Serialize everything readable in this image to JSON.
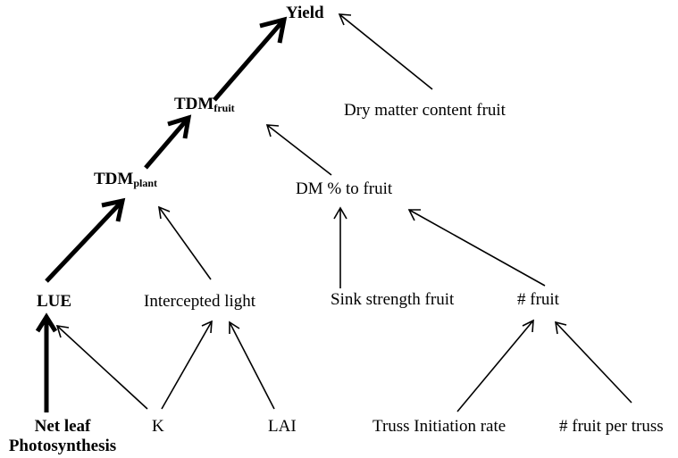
{
  "nodes": {
    "yield": "Yield",
    "tdm_fruit": {
      "main": "TDM",
      "sub": "fruit"
    },
    "dry_matter_content": "Dry matter content fruit",
    "tdm_plant": {
      "main": "TDM",
      "sub": "plant"
    },
    "dm_to_fruit": "DM % to fruit",
    "lue": "LUE",
    "intercepted_light": "Intercepted light",
    "sink_strength": "Sink strength fruit",
    "fruit_count": "# fruit",
    "net_leaf": {
      "line1": "Net leaf",
      "line2": "Photosynthesis"
    },
    "k": "K",
    "lai": "LAI",
    "truss_initiation": "Truss Initiation rate",
    "fruit_per_truss": "# fruit per truss"
  },
  "edges": [
    {
      "from": "tdm_fruit",
      "to": "yield",
      "style": "bold"
    },
    {
      "from": "dry_matter_content",
      "to": "yield",
      "style": "thin"
    },
    {
      "from": "tdm_plant",
      "to": "tdm_fruit",
      "style": "bold"
    },
    {
      "from": "dm_to_fruit",
      "to": "tdm_fruit",
      "style": "thin"
    },
    {
      "from": "lue",
      "to": "tdm_plant",
      "style": "bold"
    },
    {
      "from": "intercepted_light",
      "to": "tdm_plant",
      "style": "thin"
    },
    {
      "from": "sink_strength",
      "to": "dm_to_fruit",
      "style": "thin"
    },
    {
      "from": "fruit_count",
      "to": "dm_to_fruit",
      "style": "thin"
    },
    {
      "from": "net_leaf",
      "to": "lue",
      "style": "bold"
    },
    {
      "from": "k",
      "to": "lue",
      "style": "thin"
    },
    {
      "from": "k",
      "to": "intercepted_light",
      "style": "thin"
    },
    {
      "from": "lai",
      "to": "intercepted_light",
      "style": "thin"
    },
    {
      "from": "truss_initiation",
      "to": "fruit_count",
      "style": "thin"
    },
    {
      "from": "fruit_per_truss",
      "to": "fruit_count",
      "style": "thin"
    }
  ]
}
